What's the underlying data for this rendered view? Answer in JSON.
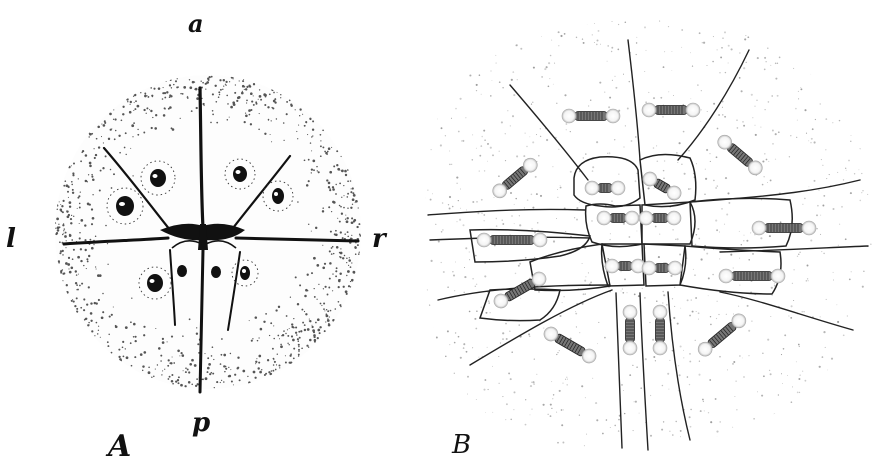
{
  "figure": {
    "panel_a": {
      "label": "A",
      "orientation": {
        "top": "a",
        "left": "l",
        "right": "r",
        "bottom": "p"
      }
    },
    "panel_b": {
      "label": "B"
    }
  },
  "colors": {
    "ink": "#111111",
    "paper": "#ffffff",
    "stipple": "#555555"
  }
}
